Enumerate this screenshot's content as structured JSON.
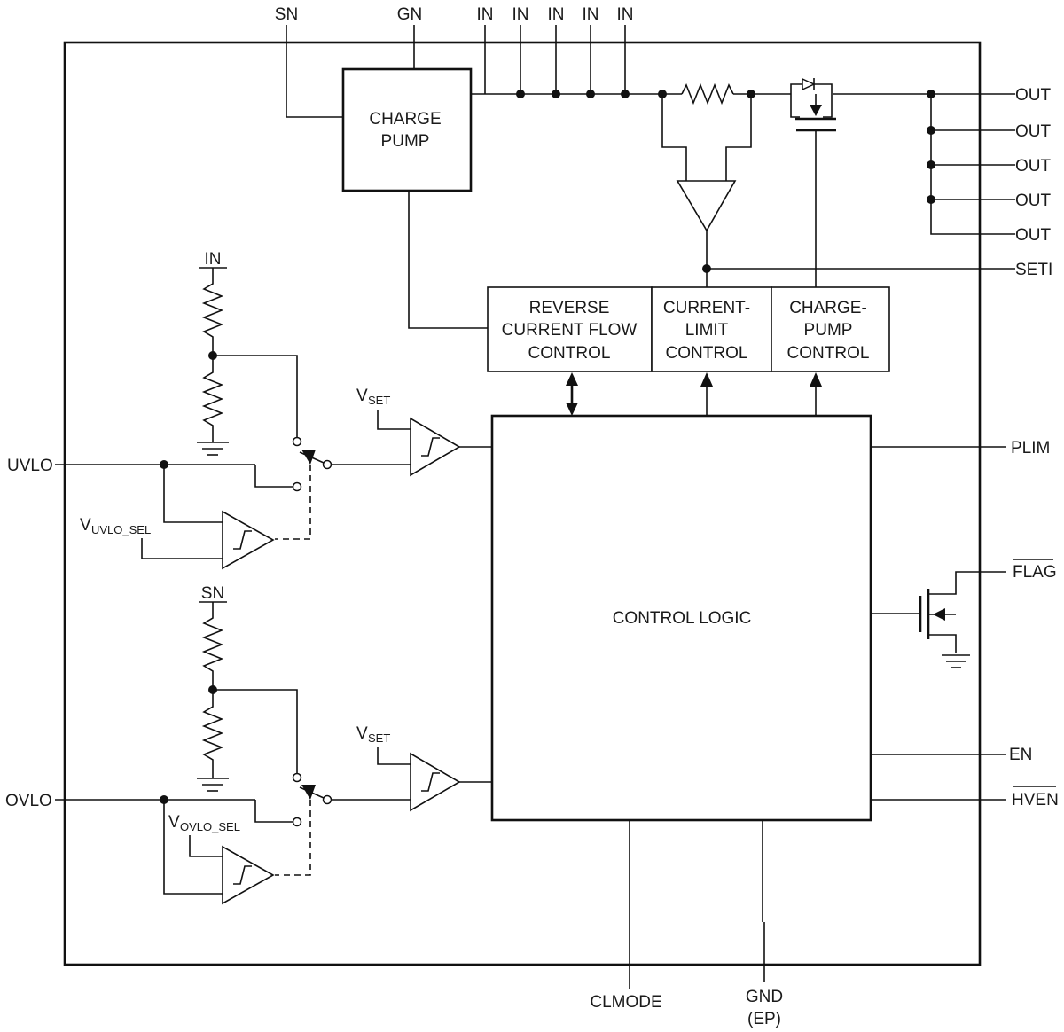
{
  "pins": {
    "top_sn": "SN",
    "top_gn": "GN",
    "top_in": [
      "IN",
      "IN",
      "IN",
      "IN",
      "IN"
    ],
    "out": [
      "OUT",
      "OUT",
      "OUT",
      "OUT",
      "OUT"
    ],
    "seti": "SETI",
    "plim": "PLIM",
    "flag": "FLAG",
    "en": "EN",
    "hven": "HVEN",
    "uvlo": "UVLO",
    "ovlo": "OVLO",
    "clmode": "CLMODE",
    "gnd": [
      "GND",
      "(EP)"
    ]
  },
  "blocks": {
    "charge_pump": [
      "CHARGE",
      "PUMP"
    ],
    "reverse_current": [
      "REVERSE",
      "CURRENT FLOW",
      "CONTROL"
    ],
    "current_limit": [
      "CURRENT-",
      "LIMIT",
      "CONTROL"
    ],
    "charge_pump_control": [
      "CHARGE-",
      "PUMP",
      "CONTROL"
    ],
    "control_logic": "CONTROL LOGIC"
  },
  "labels": {
    "in_divider": "IN",
    "sn_divider": "SN",
    "vset_upper": {
      "main": "V",
      "sub": "SET"
    },
    "vset_lower": {
      "main": "V",
      "sub": "SET"
    },
    "vuvlo_sel": {
      "main": "V",
      "sub": "UVLO_SEL"
    },
    "vovlo_sel": {
      "main": "V",
      "sub": "OVLO_SEL"
    }
  }
}
